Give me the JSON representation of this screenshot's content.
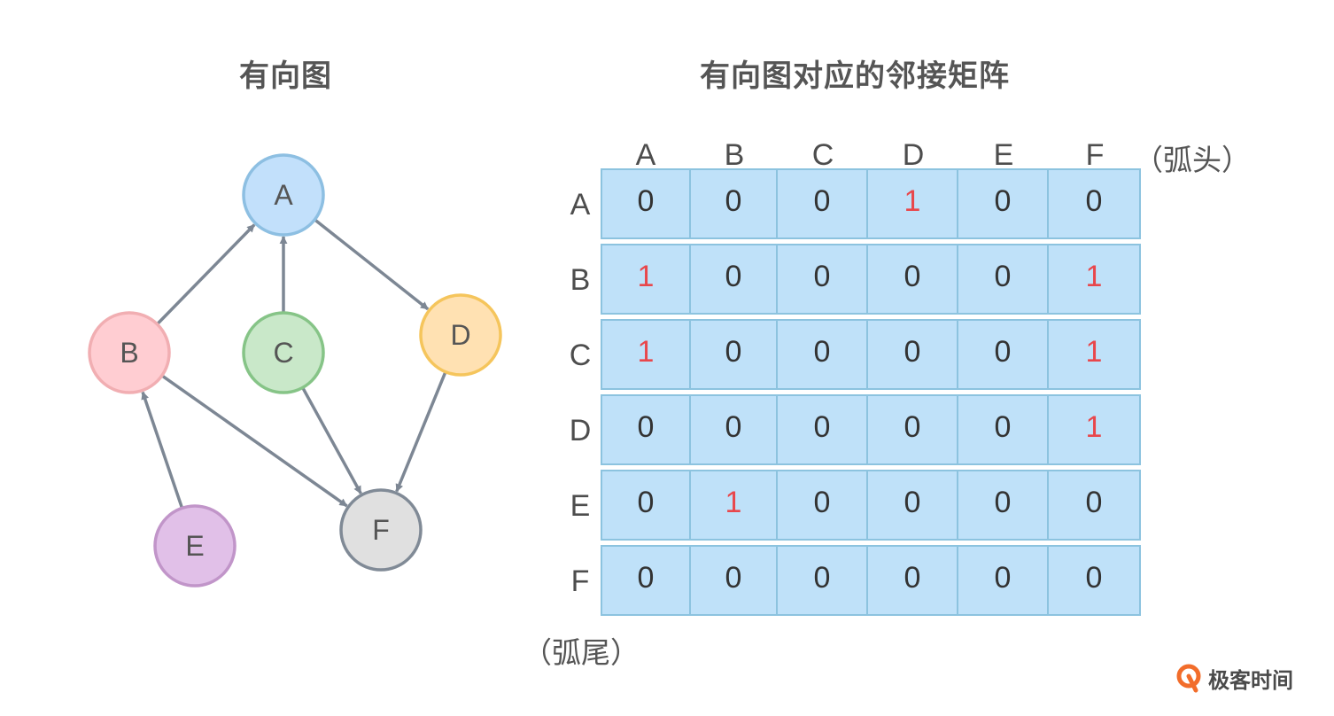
{
  "left_title": "有向图",
  "right_title": "有向图对应的邻接矩阵",
  "graph": {
    "nodes": [
      {
        "id": "A",
        "label": "A",
        "fill": "#c2e0fb",
        "stroke": "#8dbfe2"
      },
      {
        "id": "B",
        "label": "B",
        "fill": "#ffcdd2",
        "stroke": "#f1aeb2"
      },
      {
        "id": "C",
        "label": "C",
        "fill": "#c9e8c9",
        "stroke": "#86c487"
      },
      {
        "id": "D",
        "label": "D",
        "fill": "#ffe1b2",
        "stroke": "#f5c55c"
      },
      {
        "id": "E",
        "label": "E",
        "fill": "#e1c0e8",
        "stroke": "#c195c9"
      },
      {
        "id": "F",
        "label": "F",
        "fill": "#e0e0e0",
        "stroke": "#808a96"
      }
    ],
    "edges": [
      {
        "from": "A",
        "to": "D"
      },
      {
        "from": "B",
        "to": "A"
      },
      {
        "from": "B",
        "to": "F"
      },
      {
        "from": "C",
        "to": "A"
      },
      {
        "from": "C",
        "to": "F"
      },
      {
        "from": "D",
        "to": "F"
      },
      {
        "from": "E",
        "to": "B"
      }
    ],
    "edge_color": "#7d8794"
  },
  "matrix": {
    "col_headers": [
      "A",
      "B",
      "C",
      "D",
      "E",
      "F"
    ],
    "row_headers": [
      "A",
      "B",
      "C",
      "D",
      "E",
      "F"
    ],
    "col_axis_label": "（弧头）",
    "row_axis_label": "（弧尾）",
    "rows": [
      [
        "0",
        "0",
        "0",
        "1",
        "0",
        "0"
      ],
      [
        "1",
        "0",
        "0",
        "0",
        "0",
        "1"
      ],
      [
        "1",
        "0",
        "0",
        "0",
        "0",
        "1"
      ],
      [
        "0",
        "0",
        "0",
        "0",
        "0",
        "1"
      ],
      [
        "0",
        "1",
        "0",
        "0",
        "0",
        "0"
      ],
      [
        "0",
        "0",
        "0",
        "0",
        "0",
        "0"
      ]
    ],
    "cell_fill": "#bfe1f9",
    "cell_border": "#8cc3df",
    "one_color": "#e8474c"
  },
  "brand": {
    "text": "极客时间",
    "icon": "geektime-logo-icon",
    "color": "#f26d2b"
  }
}
